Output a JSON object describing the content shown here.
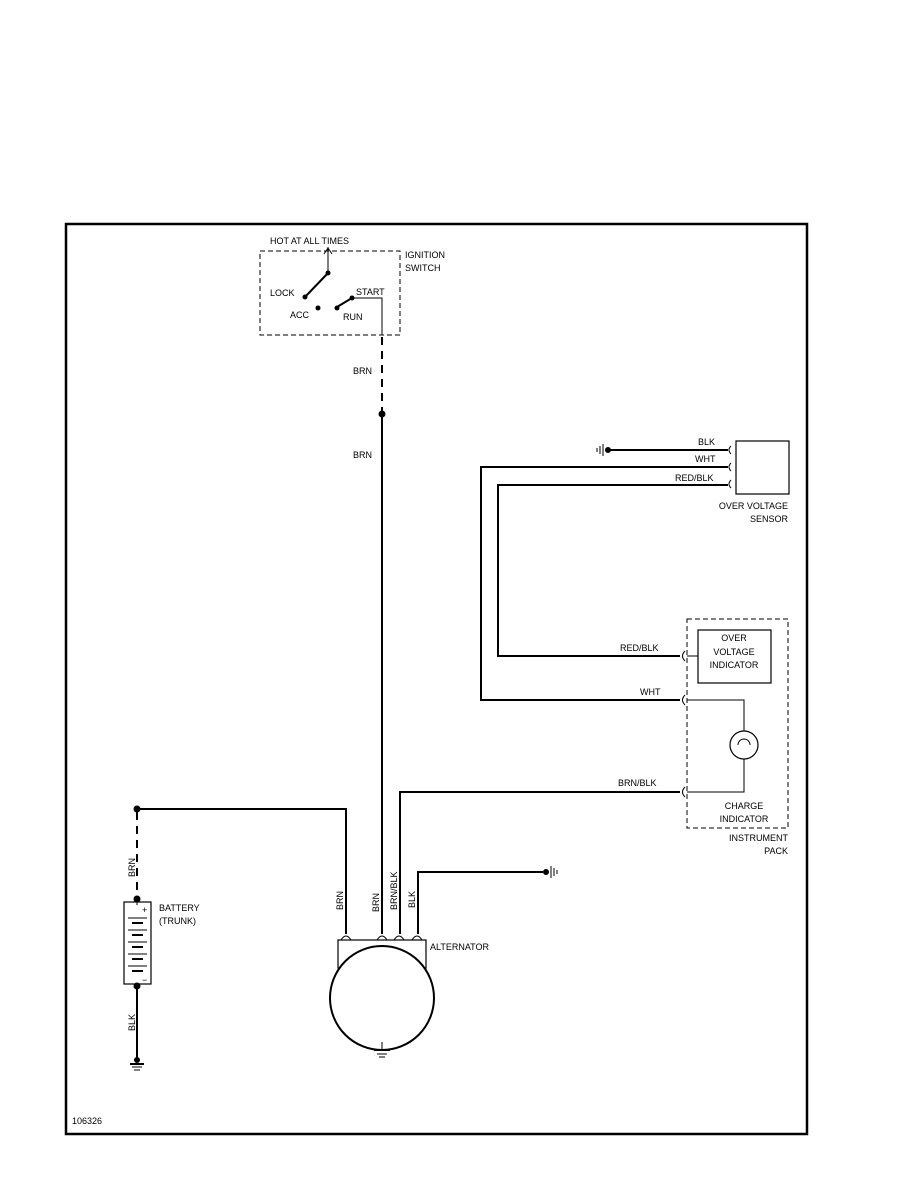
{
  "ignition": {
    "hot_label": "HOT AT ALL TIMES",
    "title_line1": "IGNITION",
    "title_line2": "SWITCH",
    "lock": "LOCK",
    "acc": "ACC",
    "run": "RUN",
    "start": "START"
  },
  "wires": {
    "ign_upper": "BRN",
    "ign_lower": "BRN",
    "sensor_blk": "BLK",
    "sensor_wht": "WHT",
    "sensor_redblk": "RED/BLK",
    "ind_redblk": "RED/BLK",
    "ind_wht": "WHT",
    "ind_brnblk": "BRN/BLK",
    "batt_pos": "BRN",
    "batt_neg": "BLK",
    "alt_1": "BRN",
    "alt_2": "BRN",
    "alt_3": "BRN/BLK",
    "alt_4": "BLK"
  },
  "components": {
    "sensor_line1": "OVER VOLTAGE",
    "sensor_line2": "SENSOR",
    "ovi_line1": "OVER",
    "ovi_line2": "VOLTAGE",
    "ovi_line3": "INDICATOR",
    "charge_line1": "CHARGE",
    "charge_line2": "INDICATOR",
    "pack_line1": "INSTRUMENT",
    "pack_line2": "PACK",
    "battery_line1": "BATTERY",
    "battery_line2": "(TRUNK)",
    "battery_plus": "+",
    "battery_minus": "−",
    "alternator": "ALTERNATOR"
  },
  "figure_id": "106326"
}
